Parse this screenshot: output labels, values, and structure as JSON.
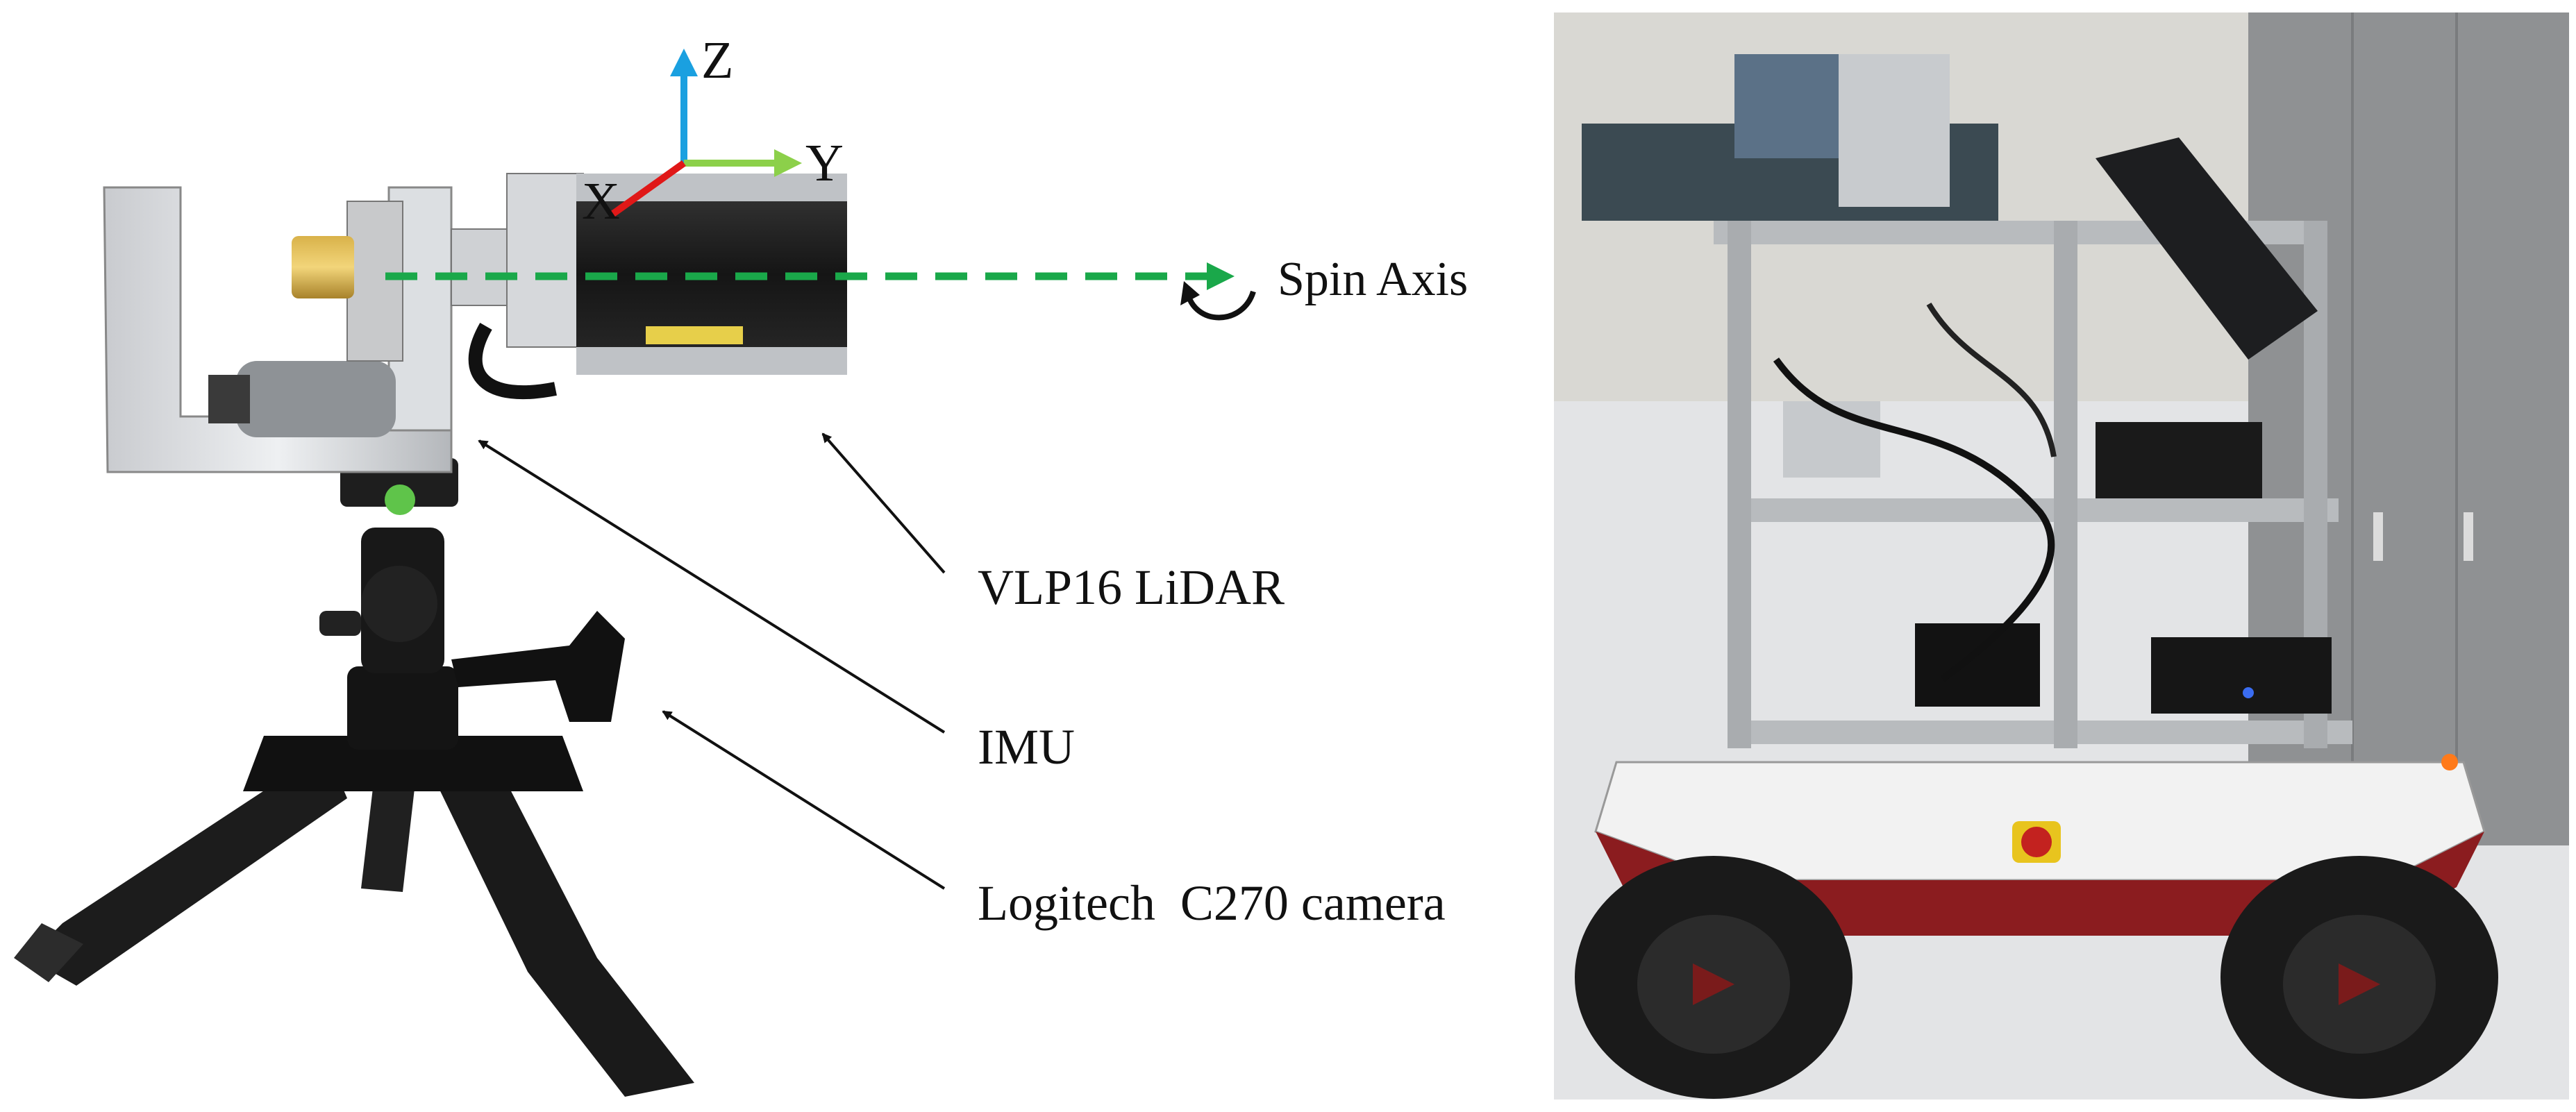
{
  "axes": {
    "z_label": "Z",
    "y_label": "Y",
    "x_label": "X",
    "z_color": "#1aa0e0",
    "y_color": "#8cd04a",
    "x_color": "#e01818"
  },
  "spin_axis": {
    "label": "Spin Axis",
    "color": "#1aa84a"
  },
  "callouts": [
    {
      "label": "VLP16 LiDAR"
    },
    {
      "label": "IMU"
    },
    {
      "label": "Logitech  C270 camera"
    }
  ]
}
